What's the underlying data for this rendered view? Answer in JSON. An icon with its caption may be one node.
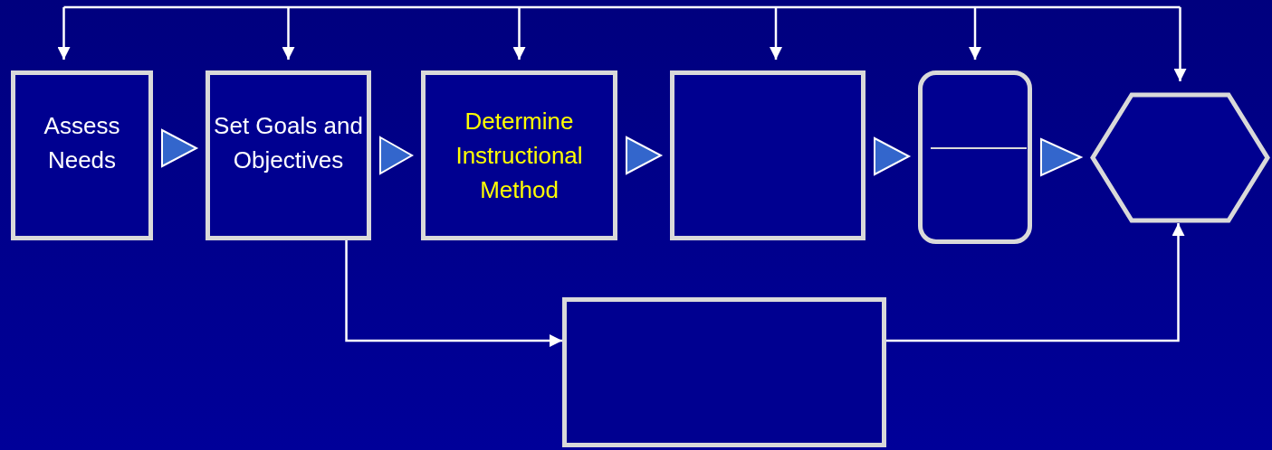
{
  "diagram": {
    "nodes": [
      {
        "text": [
          "Assess Needs"
        ]
      },
      {
        "text": [
          "Set Goals and Objectives"
        ]
      },
      {
        "text": [
          "Determine Instructional Method"
        ]
      },
      {
        "text": [],
        "shape": "box"
      },
      {
        "text": [],
        "shape": "box"
      },
      {
        "text": [],
        "shape": "hexagon"
      },
      {
        "text": [],
        "shape": "box"
      }
    ],
    "edges": [
      {
        "from": null,
        "to": 0,
        "arrow": "to"
      },
      {
        "from": null,
        "to": 1,
        "arrow": "to"
      },
      {
        "from": null,
        "to": 2,
        "arrow": "to"
      },
      {
        "from": null,
        "to": 3,
        "arrow": "to"
      },
      {
        "from": null,
        "to": 4,
        "arrow": "to"
      },
      {
        "from": null,
        "to": 5,
        "arrow": "to"
      },
      {
        "from": 0,
        "to": 1,
        "arrow": "to"
      },
      {
        "from": 1,
        "to": 2,
        "arrow": "to"
      },
      {
        "from": 2,
        "to": 3,
        "arrow": "to"
      },
      {
        "from": 3,
        "to": 4,
        "arrow": "to"
      },
      {
        "from": 4,
        "to": 5,
        "arrow": "to"
      },
      {
        "from": 1,
        "to": 6,
        "arrow": "to"
      },
      {
        "from": 6,
        "to": 5,
        "arrow": "to"
      }
    ]
  }
}
